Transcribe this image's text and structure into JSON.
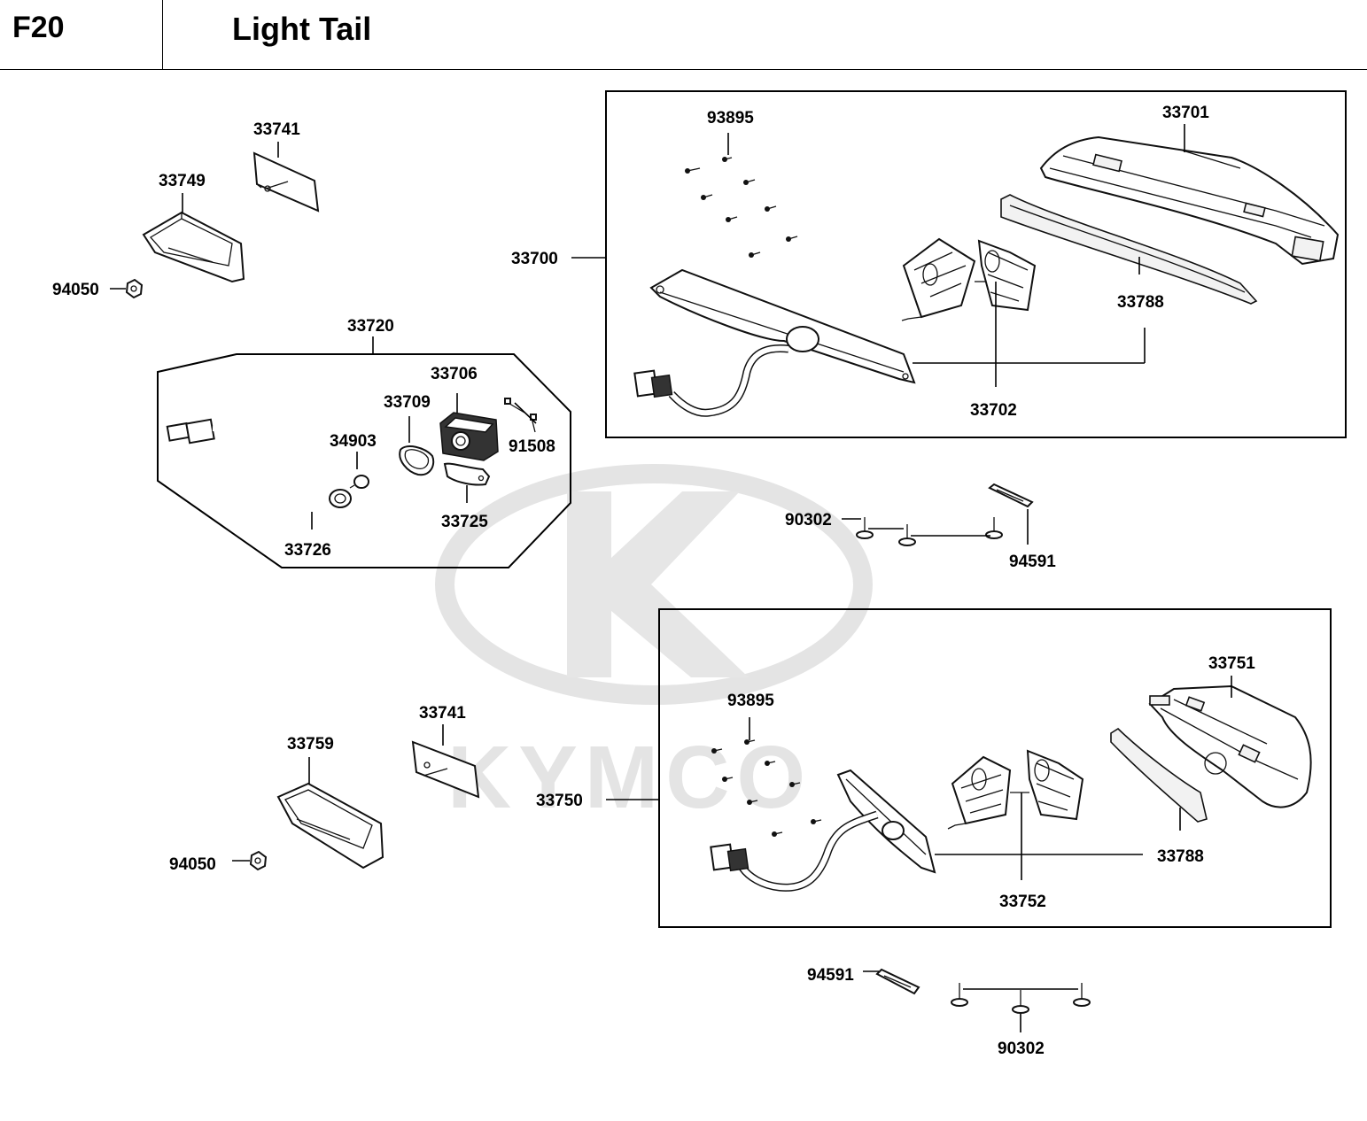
{
  "header": {
    "code": "F20",
    "title": "Light Tail"
  },
  "watermark": "KYMCO",
  "labels": {
    "p33741_top": "33741",
    "p33749": "33749",
    "p94050_top": "94050",
    "p33720": "33720",
    "p33706": "33706",
    "p33709": "33709",
    "p34903": "34903",
    "p91508": "91508",
    "p33725": "33725",
    "p33726": "33726",
    "p33700": "33700",
    "p93895_top": "93895",
    "p33701": "33701",
    "p33788_top": "33788",
    "p33702": "33702",
    "p90302_mid": "90302",
    "p94591_mid": "94591",
    "p33741_bot": "33741",
    "p33759": "33759",
    "p94050_bot": "94050",
    "p33750": "33750",
    "p93895_bot": "93895",
    "p33751": "33751",
    "p33788_bot": "33788",
    "p33752": "33752",
    "p94591_bot": "94591",
    "p90302_bot": "90302"
  },
  "colors": {
    "line": "#000000",
    "watermark": "#e4e4e4",
    "background": "#ffffff"
  }
}
